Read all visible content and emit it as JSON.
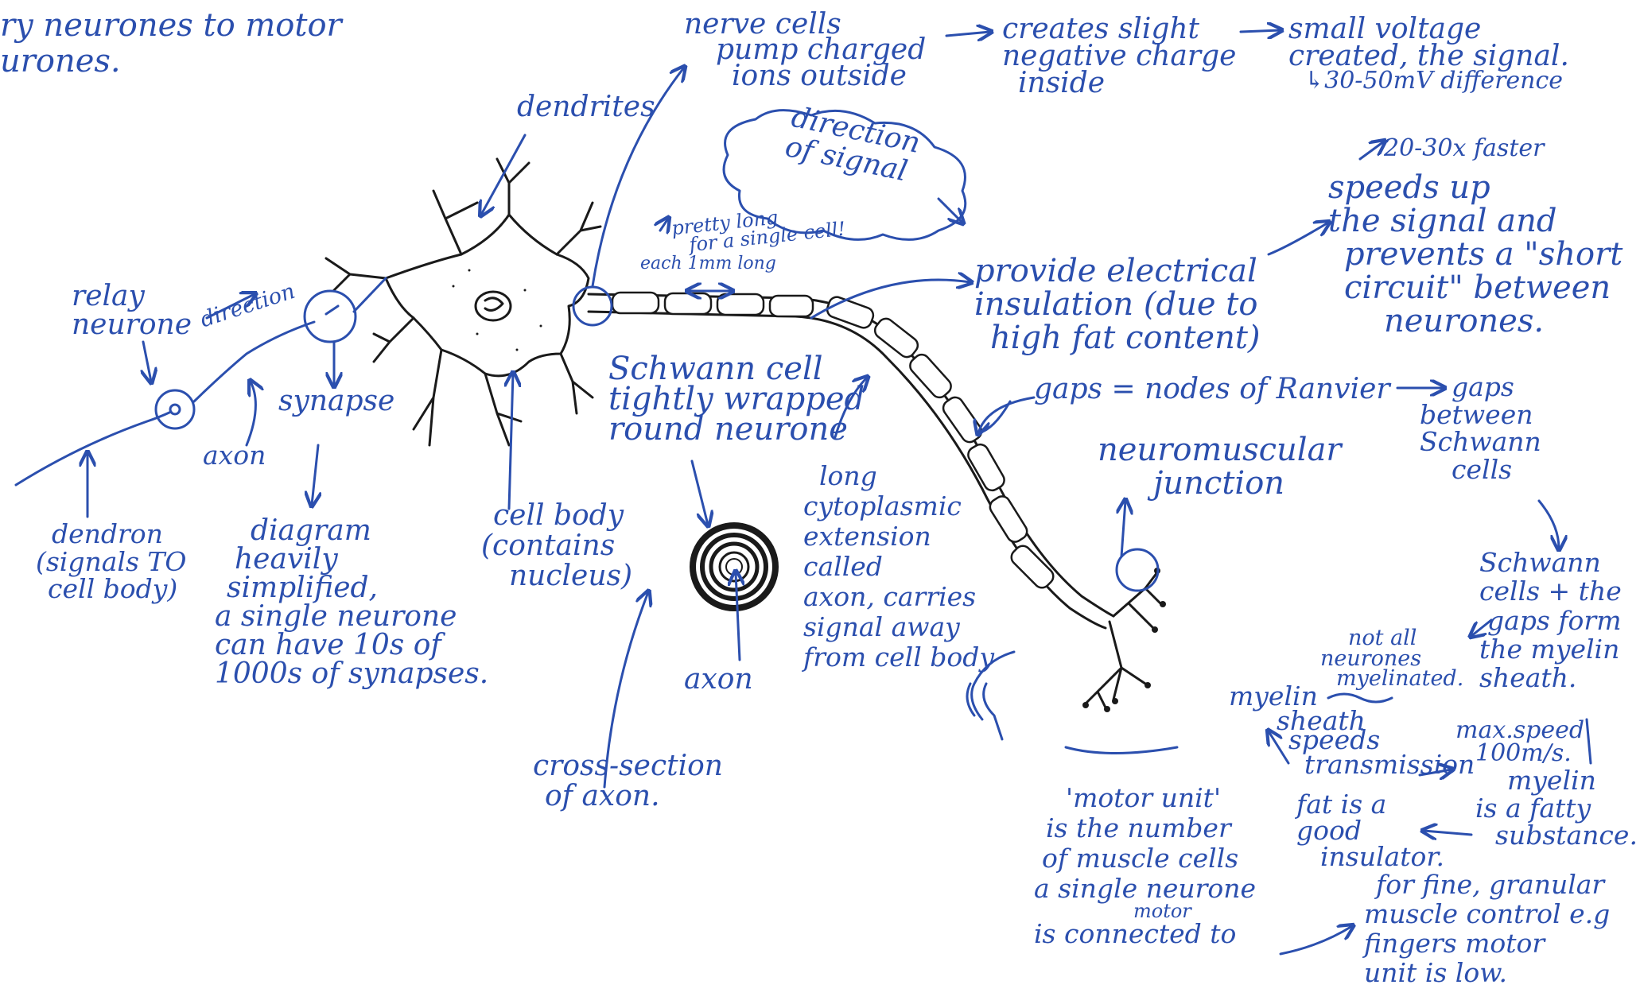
{
  "colors": {
    "ink": "#2b4fae",
    "drawing": "#1a1a1a",
    "paper": "#ffffff"
  },
  "labels": {
    "top_left": [
      "ry neurones to motor",
      "urones."
    ],
    "nerve_cells": [
      "nerve cells",
      "pump charged",
      "ions outside"
    ],
    "creates_charge": [
      "creates slight",
      "negative charge",
      "inside"
    ],
    "small_voltage": [
      "small voltage",
      "created, the signal.",
      "↳30-50mV difference"
    ],
    "dendrites": "dendrites",
    "direction_of_signal": [
      "direction",
      "of signal"
    ],
    "faster": "20-30x faster",
    "speeds_up": [
      "speeds up",
      "the signal and",
      "prevents a \"short",
      "circuit\" between",
      "neurones."
    ],
    "pretty_long": [
      "pretty long",
      "for a single cell!"
    ],
    "each_1mm": "each 1mm long",
    "insulation": [
      "provide electrical",
      "insulation (due to",
      "high fat content)"
    ],
    "relay_neurone": [
      "relay",
      "neurone"
    ],
    "direction": "direction",
    "synapse": "synapse",
    "axon_left": "axon",
    "schwann_cell": [
      "Schwann cell",
      "tightly wrapped",
      "round neurone"
    ],
    "gaps_nodes": "gaps = nodes of Ranvier",
    "gaps_between": [
      "gaps",
      "between",
      "Schwann",
      "cells"
    ],
    "neuromuscular": [
      "neuromuscular",
      "junction"
    ],
    "long_cyto": [
      "long",
      "cytoplasmic",
      "extension",
      "called",
      "axon, carries",
      "signal away",
      "from cell body"
    ],
    "cell_body": [
      "cell body",
      "(contains",
      "nucleus)"
    ],
    "dendron": [
      "dendron",
      "(signals TO",
      "cell body)"
    ],
    "diagram_simplified": [
      "diagram",
      "heavily",
      "simplified,",
      "a single neurone",
      "can have 10s of",
      "1000s of synapses."
    ],
    "axon_cross": "axon",
    "cross_section": [
      "cross-section",
      "of axon."
    ],
    "schwann_gaps": [
      "Schwann",
      "cells + the",
      "gaps form",
      "the myelin",
      "sheath."
    ],
    "not_all": [
      "not all",
      "neurones",
      "myelinated."
    ],
    "myelin_sheath": [
      "myelin",
      "sheath"
    ],
    "speeds_trans": [
      "speeds",
      "transmission"
    ],
    "max_speed": [
      "max.speed",
      "100m/s."
    ],
    "myelin_fatty": [
      "myelin",
      "is a fatty",
      "substance."
    ],
    "fat_insulator": [
      "fat is a",
      "good",
      "insulator."
    ],
    "motor_unit": [
      "'motor unit'",
      "is the number",
      "of muscle cells",
      "a single neurone",
      "motor",
      "is connected to"
    ],
    "fine_control": [
      "for fine, granular",
      "muscle control e.g",
      "fingers motor",
      "unit is low."
    ]
  }
}
